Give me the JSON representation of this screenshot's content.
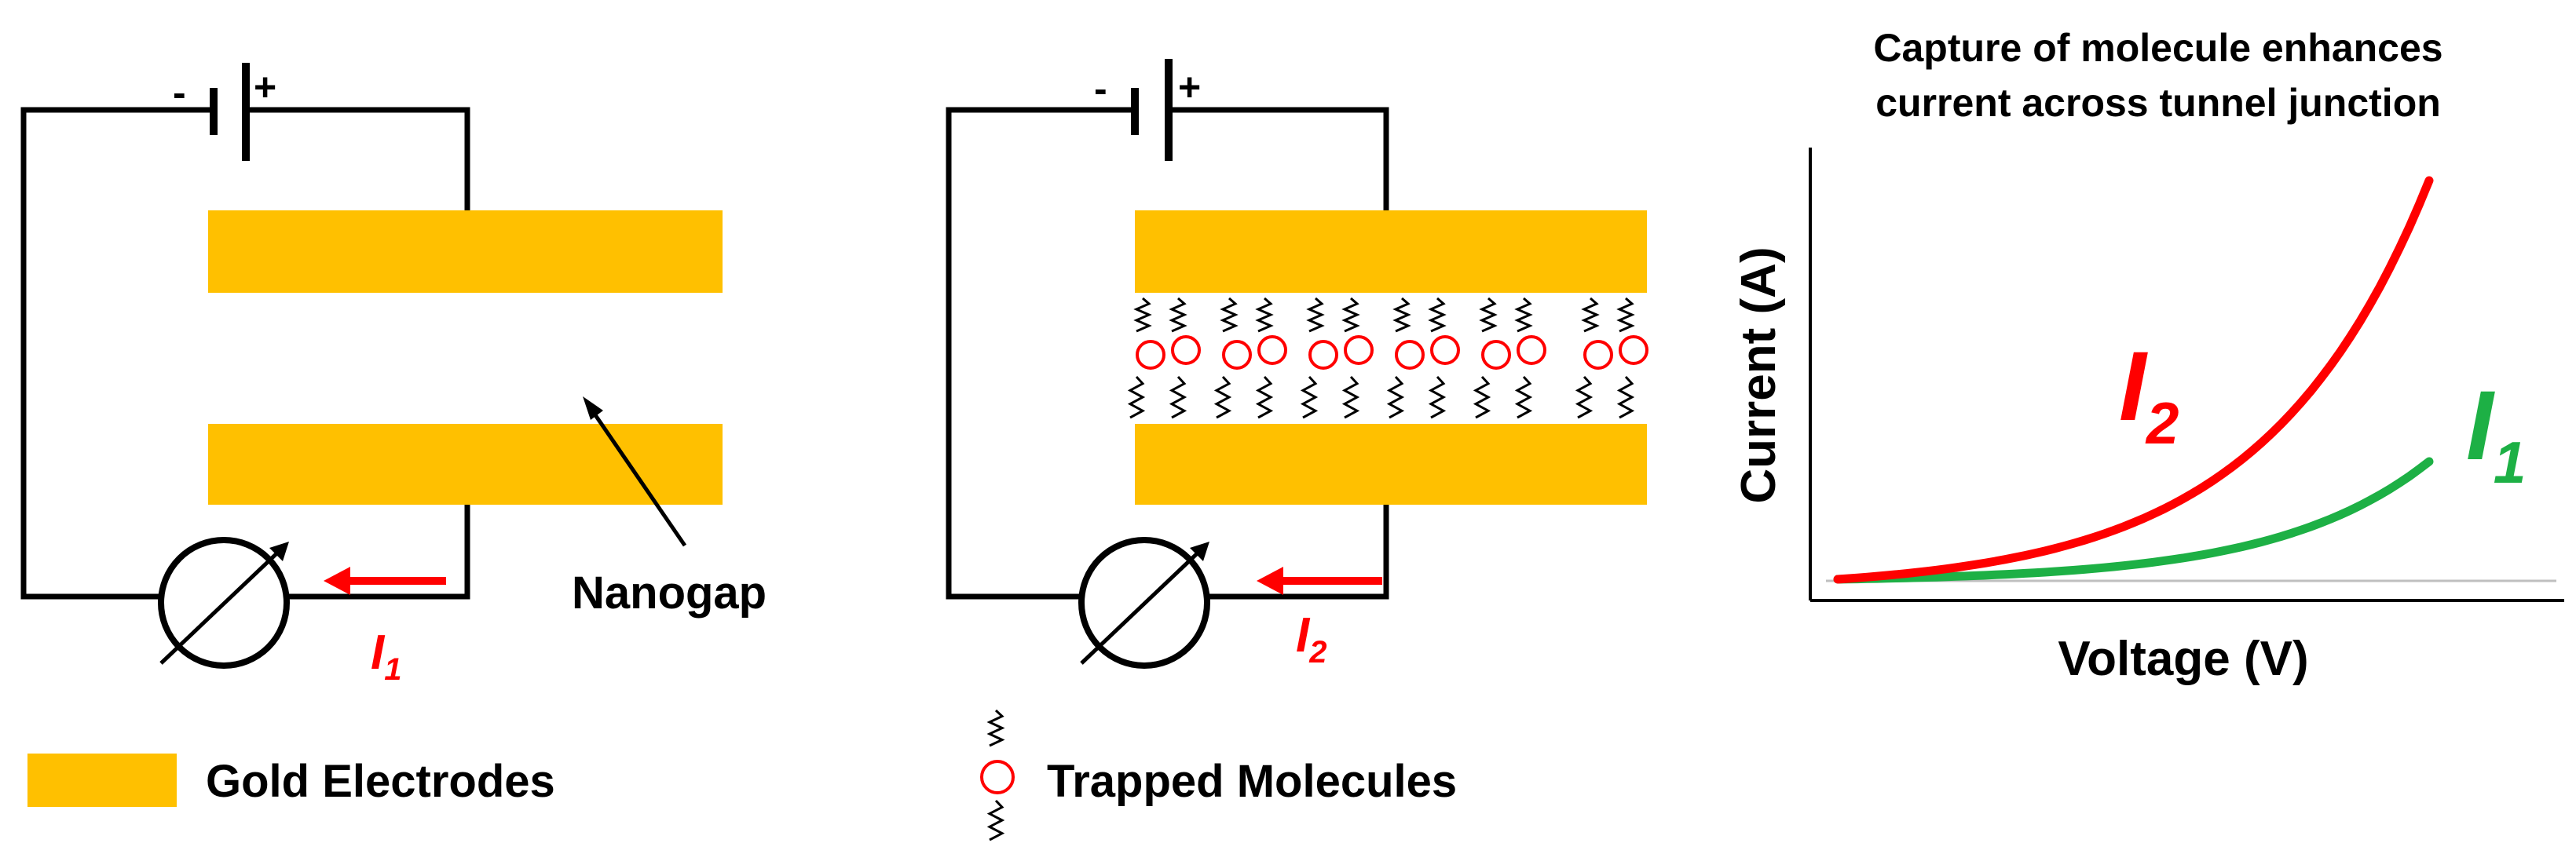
{
  "colors": {
    "gold": "#FFC000",
    "red": "#FF0000",
    "green": "#1DB045",
    "wire": "#000000"
  },
  "battery": {
    "minus": "-",
    "plus": "+"
  },
  "current_labels": {
    "i1": {
      "letter": "I",
      "sub": "1"
    },
    "i2": {
      "letter": "I",
      "sub": "2"
    }
  },
  "labels": {
    "nanogap": "Nanogap"
  },
  "legend": {
    "gold": "Gold Electrodes",
    "molecules": "Trapped Molecules"
  },
  "chart_data": {
    "type": "line",
    "title": "Capture of molecule enhances current across tunnel junction",
    "title_lines": [
      "Capture of molecule enhances",
      "current across tunnel junction"
    ],
    "xlabel": "Voltage (V)",
    "ylabel": "Current (A)",
    "grid": false,
    "series": [
      {
        "name": "I2",
        "letter": "I",
        "sub": "2",
        "color": "#FF0000",
        "curve": "steep exponential"
      },
      {
        "name": "I1",
        "letter": "I",
        "sub": "1",
        "color": "#1DB045",
        "curve": "shallow exponential"
      }
    ]
  }
}
